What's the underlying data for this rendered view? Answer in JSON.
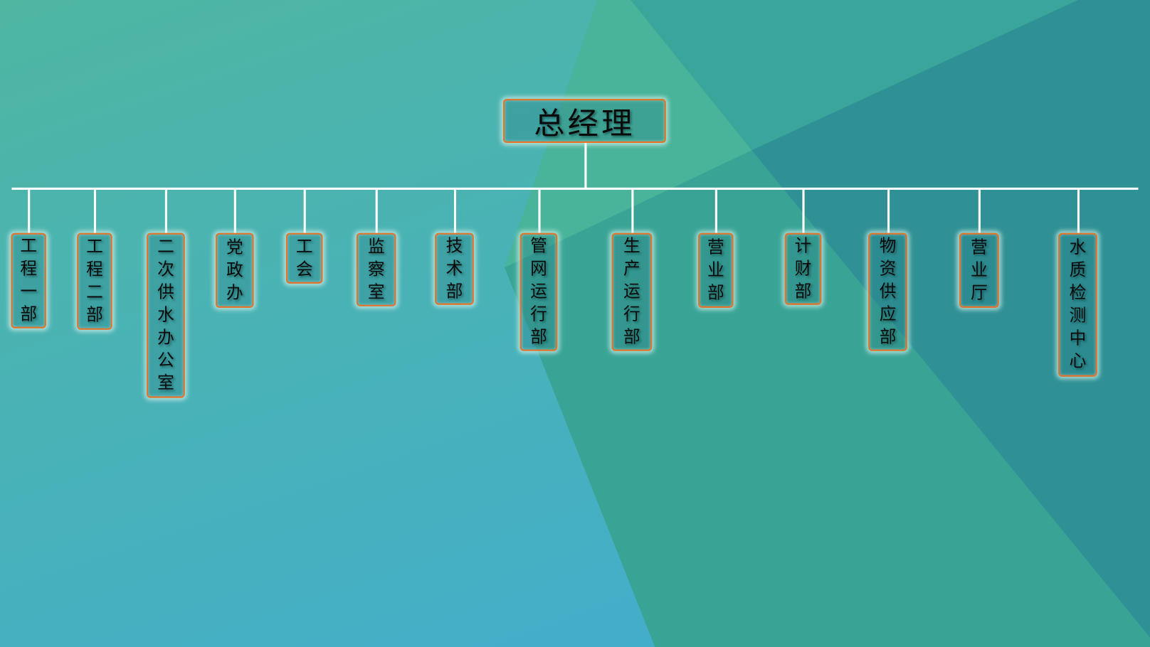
{
  "root": {
    "label": "总经理"
  },
  "departments": [
    {
      "label": "工程一部"
    },
    {
      "label": "工程二部"
    },
    {
      "label": "二次供水办公室"
    },
    {
      "label": "党政办"
    },
    {
      "label": "工会"
    },
    {
      "label": "监察室"
    },
    {
      "label": "技术部"
    },
    {
      "label": "管网运行部"
    },
    {
      "label": "生产运行部"
    },
    {
      "label": "营业部"
    },
    {
      "label": "计财部"
    },
    {
      "label": "物资供应部"
    },
    {
      "label": "营业厅"
    },
    {
      "label": "水质检测中心"
    }
  ],
  "colors": {
    "border": "#ea7224",
    "connector": "#ffffff"
  }
}
